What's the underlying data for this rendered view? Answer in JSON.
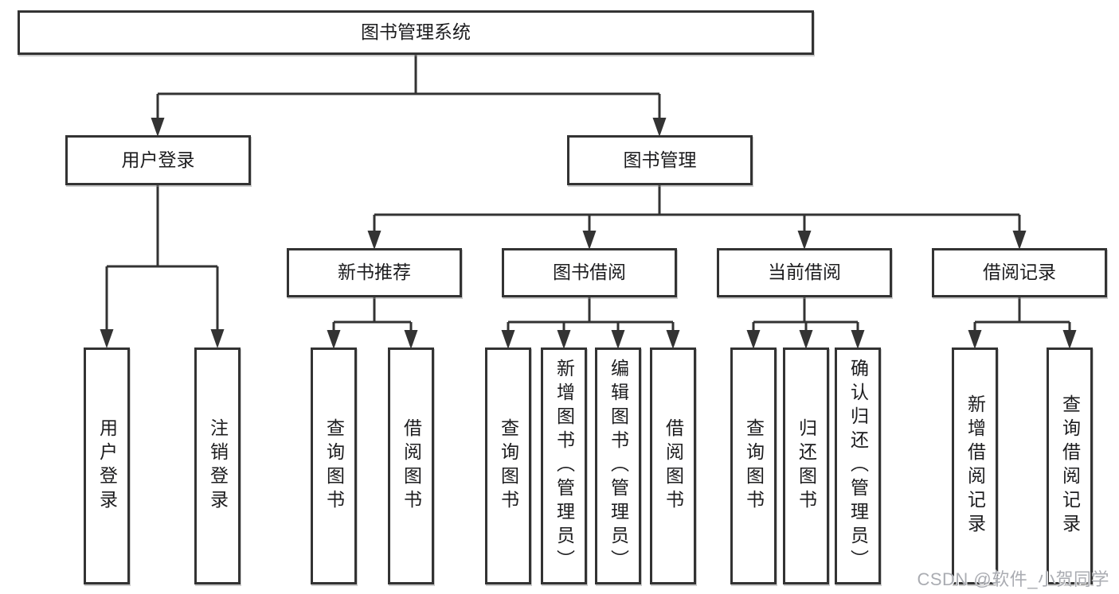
{
  "tree": {
    "root": {
      "label": "图书管理系统",
      "children": [
        {
          "label": "用户登录",
          "children": [
            {
              "label": "用户登录"
            },
            {
              "label": "注销登录"
            }
          ]
        },
        {
          "label": "图书管理",
          "children": [
            {
              "label": "新书推荐",
              "children": [
                {
                  "label": "查询图书"
                },
                {
                  "label": "借阅图书"
                }
              ]
            },
            {
              "label": "图书借阅",
              "children": [
                {
                  "label": "查询图书"
                },
                {
                  "label": "新增图书（管理员）"
                },
                {
                  "label": "编辑图书（管理员）"
                },
                {
                  "label": "借阅图书"
                }
              ]
            },
            {
              "label": "当前借阅",
              "children": [
                {
                  "label": "查询图书"
                },
                {
                  "label": "归还图书"
                },
                {
                  "label": "确认归还（管理员）"
                }
              ]
            },
            {
              "label": "借阅记录",
              "children": [
                {
                  "label": "新增借阅记录"
                },
                {
                  "label": "查询借阅记录"
                }
              ]
            }
          ]
        }
      ]
    }
  },
  "watermark": {
    "text": "CSDN @软件_小贺同学"
  },
  "colors": {
    "line": "#333333",
    "text": "#1c1c1e",
    "watermark": "#aaacb2",
    "background": "#ffffff"
  }
}
